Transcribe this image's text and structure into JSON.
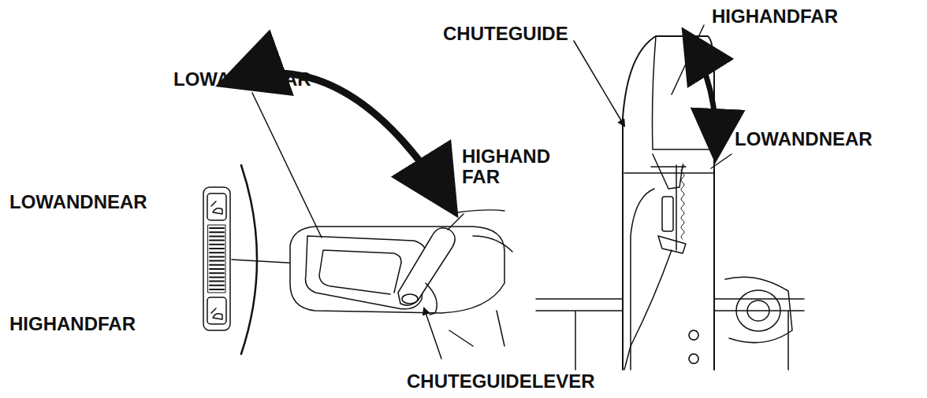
{
  "diagram": {
    "labels": [
      "CHUTEGUIDE",
      "HIGHANDFAR",
      "LOWANDNEAR",
      "HIGHAND FAR",
      "LOWANDNEAR",
      "LOWANDNEAR",
      "HIGHANDFAR",
      "CHUTEGUIDELEVER"
    ]
  }
}
